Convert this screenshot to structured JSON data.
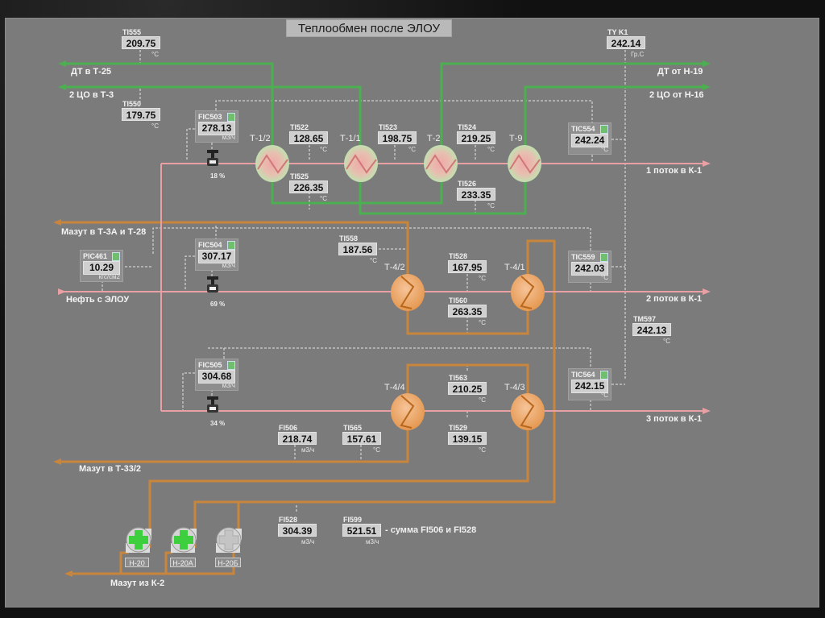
{
  "title": "Теплообмен после ЭЛОУ",
  "stream_labels": {
    "dt_out": "ДТ в Т-25",
    "tso2_out": "2 ЦО в Т-3",
    "dt_in": "ДТ от Н-19",
    "tso2_in": "2 ЦО от Н-16",
    "stream1": "1 поток в К-1",
    "stream2": "2 поток в К-1",
    "stream3": "3 поток в К-1",
    "oil_in": "Нефть с ЭЛОУ",
    "mazut_t3a": "Мазут в Т-3А и Т-28",
    "mazut_t33": "Мазут в Т-33/2",
    "mazut_from_k2": "Мазут из К-2"
  },
  "exchangers": {
    "t12": "Т-1/2",
    "t11": "Т-1/1",
    "t2": "Т-2",
    "t9": "Т-9",
    "t42": "Т-4/2",
    "t41": "Т-4/1",
    "t44": "Т-4/4",
    "t43": "Т-4/3"
  },
  "indicators": {
    "TI555": {
      "tag": "TI555",
      "value": "209.75",
      "unit": "°C"
    },
    "TI550": {
      "tag": "TI550",
      "value": "179.75",
      "unit": "°C"
    },
    "TYK1": {
      "tag": "TY  K1",
      "value": "242.14",
      "unit": "Гр.С"
    },
    "TI522": {
      "tag": "TI522",
      "value": "128.65",
      "unit": "°C"
    },
    "TI523": {
      "tag": "TI523",
      "value": "198.75",
      "unit": "°C"
    },
    "TI524": {
      "tag": "TI524",
      "value": "219.25",
      "unit": "°C"
    },
    "TI525": {
      "tag": "TI525",
      "value": "226.35",
      "unit": "°C"
    },
    "TI526": {
      "tag": "TI526",
      "value": "233.35",
      "unit": "°C"
    },
    "TI558": {
      "tag": "TI558",
      "value": "187.56",
      "unit": "°C"
    },
    "TI528": {
      "tag": "TI528",
      "value": "167.95",
      "unit": "°C"
    },
    "TI560": {
      "tag": "TI560",
      "value": "263.35",
      "unit": "°C"
    },
    "TM597": {
      "tag": "TM597",
      "value": "242.13",
      "unit": "°C"
    },
    "TI563": {
      "tag": "TI563",
      "value": "210.25",
      "unit": "°C"
    },
    "TI529": {
      "tag": "TI529",
      "value": "139.15",
      "unit": "°C"
    },
    "FI506": {
      "tag": "FI506",
      "value": "218.74",
      "unit": "м3/ч"
    },
    "TI565": {
      "tag": "TI565",
      "value": "157.61",
      "unit": "°C"
    },
    "FI528": {
      "tag": "FI528",
      "value": "304.39",
      "unit": "м3/ч"
    },
    "FI599": {
      "tag": "FI599",
      "value": "521.51",
      "unit": "м3/ч"
    }
  },
  "fi599_note": "- сумма FI506 и FI528",
  "controllers": {
    "FIC503": {
      "tag": "FIC503",
      "value": "278.13",
      "unit": "м3/ч",
      "valve_pct": "18 %"
    },
    "FIC504": {
      "tag": "FIC504",
      "value": "307.17",
      "unit": "м3/ч",
      "valve_pct": "69 %"
    },
    "FIC505": {
      "tag": "FIC505",
      "value": "304.68",
      "unit": "м3/ч",
      "valve_pct": "34 %"
    },
    "PIC461": {
      "tag": "PIC461",
      "value": "10.29",
      "unit": "кгс/см2"
    },
    "TIC554": {
      "tag": "TIC554",
      "value": "242.24",
      "unit": "°C"
    },
    "TIC559": {
      "tag": "TIC559",
      "value": "242.03",
      "unit": "°C"
    },
    "TIC564": {
      "tag": "TIC564",
      "value": "242.15",
      "unit": "°C"
    }
  },
  "pumps": [
    {
      "label": "Н-20",
      "state": "running"
    },
    {
      "label": "Н-20А",
      "state": "running"
    },
    {
      "label": "Н-20Б",
      "state": "stopped"
    }
  ],
  "colors": {
    "distillate_line": "#4caf50",
    "oil_line": "#e8a0a4",
    "mazut_line": "#c8853c",
    "running": "#3ecf3e"
  }
}
